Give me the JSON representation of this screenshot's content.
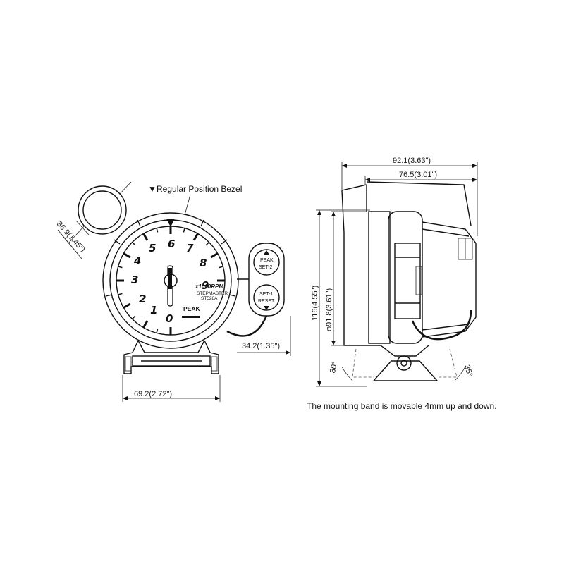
{
  "bezel_note": "Regular Position Bezel",
  "front_view": {
    "bezel_diameter": "36.9(1.45\")",
    "stand_width": "69.2(2.72\")",
    "controller_offset": "34.2(1.35\")",
    "dial_numbers": [
      "0",
      "1",
      "2",
      "3",
      "4",
      "5",
      "6",
      "7",
      "8",
      "9"
    ],
    "unit_label": "x1000RPM",
    "brand_label": "STEPMASTER",
    "model_label": "ST528A",
    "peak_label": "PEAK"
  },
  "controller": {
    "top_button": [
      "PEAK",
      "SET-2"
    ],
    "bottom_button": [
      "SET-1",
      "RESET"
    ]
  },
  "side_view": {
    "total_depth": "92.1(3.63\")",
    "body_depth": "76.5(3.01\")",
    "overall_height": "116(4.55\")",
    "face_diameter": "φ91.8(3.61\")",
    "angle_back": "30°",
    "angle_front": "35°"
  },
  "mount_note": "The mounting band is movable 4mm up and down."
}
